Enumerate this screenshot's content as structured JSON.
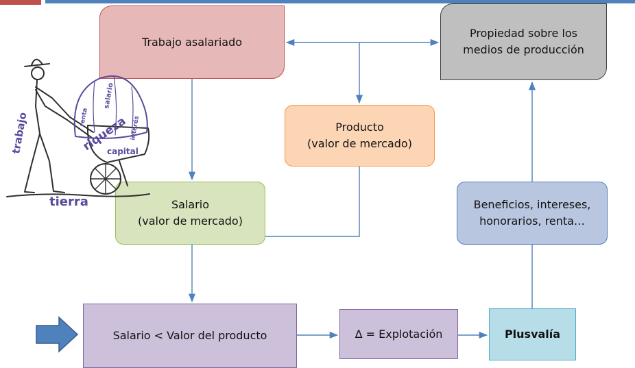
{
  "boxes": {
    "trabajo": "Trabajo asalariado",
    "propiedad": [
      "Propiedad sobre los",
      "medios de producción"
    ],
    "producto": [
      "Producto",
      "(valor de mercado)"
    ],
    "salario": [
      "Salario",
      "(valor de mercado)"
    ],
    "beneficios": [
      "Beneficios, intereses,",
      "honorarios, renta…"
    ],
    "desigualdad": "Salario < Valor del producto",
    "explotacion": "Δ = Explotación",
    "plusvalia": "Plusvalía"
  },
  "illustration": {
    "labels": {
      "trabajo": "trabajo",
      "tierra": "tierra",
      "riqueza": "riqueza",
      "capital": "capital",
      "renta": "renta",
      "salario": "salario",
      "interes": "interés"
    }
  },
  "colors": {
    "connector": "#4f81bd",
    "accent_red": "#c0504d",
    "arrow_fill": "#4f81bd",
    "illustration_ink": "#5b4a9b"
  }
}
